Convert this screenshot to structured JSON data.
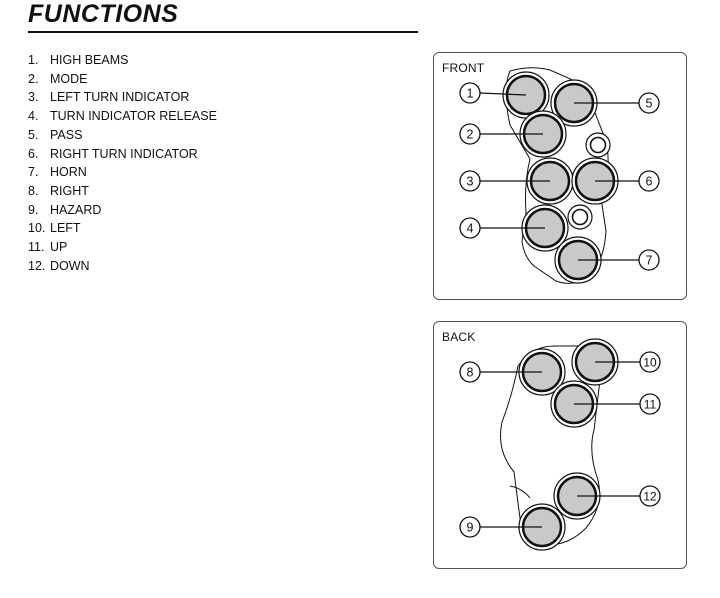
{
  "title": "FUNCTIONS",
  "functions": [
    {
      "num": "1.",
      "label": "HIGH BEAMS"
    },
    {
      "num": "2.",
      "label": "MODE"
    },
    {
      "num": "3.",
      "label": "LEFT TURN INDICATOR"
    },
    {
      "num": "4.",
      "label": "TURN INDICATOR RELEASE"
    },
    {
      "num": "5.",
      "label": "PASS"
    },
    {
      "num": "6.",
      "label": "RIGHT TURN INDICATOR"
    },
    {
      "num": "7.",
      "label": "HORN"
    },
    {
      "num": "8.",
      "label": "RIGHT"
    },
    {
      "num": "9.",
      "label": "HAZARD"
    },
    {
      "num": "10.",
      "label": "LEFT"
    },
    {
      "num": "11.",
      "label": "UP"
    },
    {
      "num": "12.",
      "label": "DOWN"
    }
  ],
  "front": {
    "label": "FRONT",
    "callouts": [
      "1",
      "2",
      "3",
      "4",
      "5",
      "6",
      "7"
    ]
  },
  "back": {
    "label": "BACK",
    "callouts": [
      "8",
      "9",
      "10",
      "11",
      "12"
    ]
  },
  "colors": {
    "ink": "#111111",
    "button_fill": "#c9c9c9",
    "panel_border": "#555555"
  }
}
